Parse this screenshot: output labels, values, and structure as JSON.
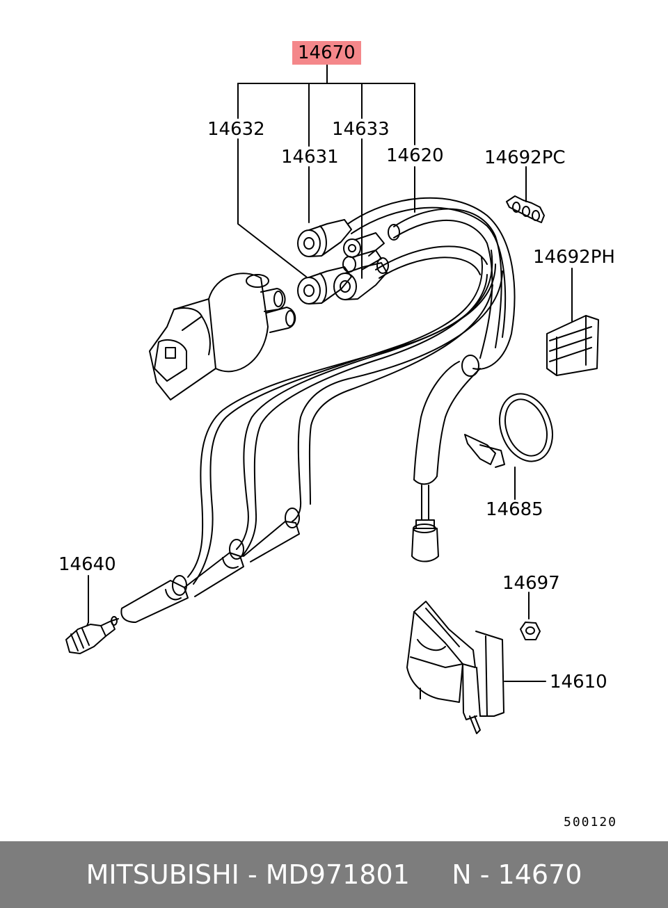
{
  "labels": {
    "main_assembly": "14670",
    "cable_14632": "14632",
    "cable_14631": "14631",
    "cable_14633": "14633",
    "cable_14620": "14620",
    "clip_14692pc": "14692PC",
    "clip_14692ph": "14692PH",
    "band_14685": "14685",
    "spark_plug_14640": "14640",
    "nut_14697": "14697",
    "coil_14610": "14610"
  },
  "diagram_code": "500120",
  "footer": {
    "text": "MITSUBISHI - MD971801     N - 14670"
  },
  "colors": {
    "highlight": "#f4878a",
    "footer_bg": "#7d7d7d",
    "footer_text": "#ffffff"
  }
}
